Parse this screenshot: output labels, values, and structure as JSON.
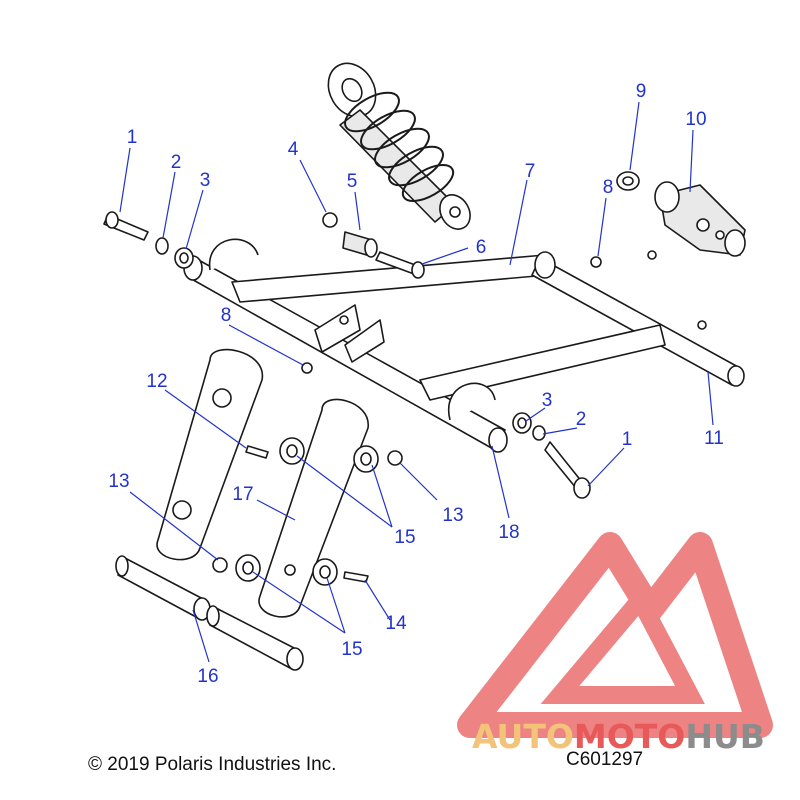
{
  "diagram": {
    "callouts": [
      {
        "id": "c1a",
        "text": "1"
      },
      {
        "id": "c2a",
        "text": "2"
      },
      {
        "id": "c3a",
        "text": "3"
      },
      {
        "id": "c4",
        "text": "4"
      },
      {
        "id": "c5",
        "text": "5"
      },
      {
        "id": "c6",
        "text": "6"
      },
      {
        "id": "c7",
        "text": "7"
      },
      {
        "id": "c8a",
        "text": "8"
      },
      {
        "id": "c8b",
        "text": "8"
      },
      {
        "id": "c9",
        "text": "9"
      },
      {
        "id": "c10",
        "text": "10"
      },
      {
        "id": "c11",
        "text": "11"
      },
      {
        "id": "c12",
        "text": "12"
      },
      {
        "id": "c13a",
        "text": "13"
      },
      {
        "id": "c13b",
        "text": "13"
      },
      {
        "id": "c14",
        "text": "14"
      },
      {
        "id": "c15a",
        "text": "15"
      },
      {
        "id": "c15b",
        "text": "15"
      },
      {
        "id": "c16",
        "text": "16"
      },
      {
        "id": "c17",
        "text": "17"
      },
      {
        "id": "c18",
        "text": "18"
      },
      {
        "id": "c3b",
        "text": "3"
      },
      {
        "id": "c2b",
        "text": "2"
      },
      {
        "id": "c1b",
        "text": "1"
      }
    ],
    "copyright": "© 2019 Polaris Industries Inc.",
    "figure_code": "C601297"
  },
  "watermark": {
    "word_part1": "AUTO",
    "word_part2": "MOTO",
    "word_part3": "HUB",
    "color_orange": "#f3c37a",
    "color_red": "#e85a5a",
    "color_gray": "#8c8c8c"
  },
  "colors": {
    "callout": "#2233cc",
    "line_art": "#1a1a1a"
  }
}
